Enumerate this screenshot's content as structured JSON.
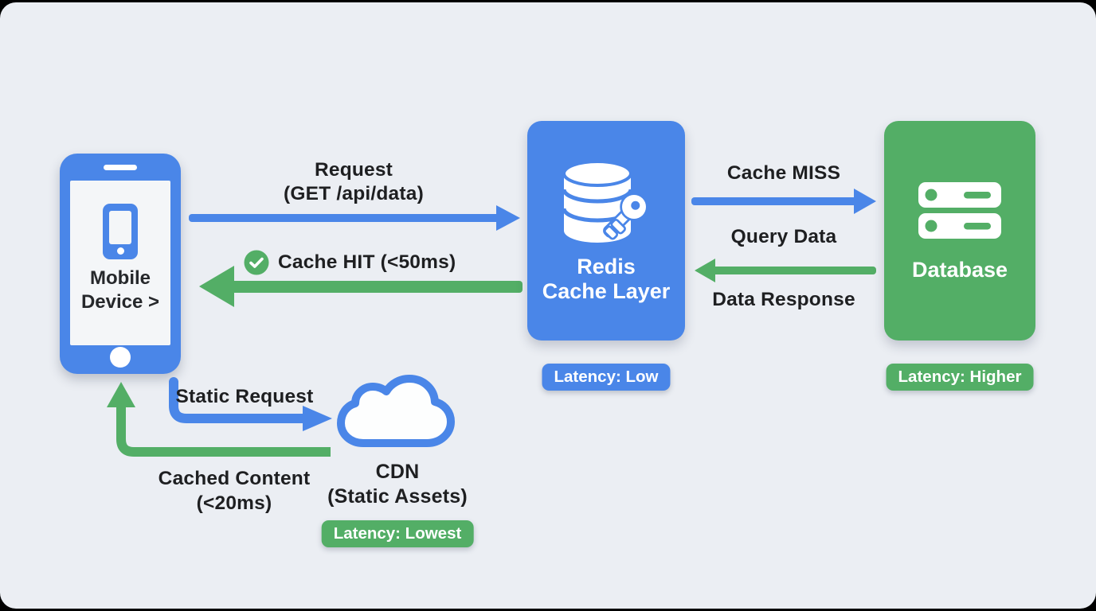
{
  "diagram": {
    "colors": {
      "blue": "#4a86e8",
      "green": "#53ae66",
      "card_background": "#ebeef3",
      "outer_background": "#000000",
      "text": "#1e1f21"
    },
    "nodes": {
      "mobile": {
        "line1": "Mobile",
        "line2": "Device >"
      },
      "redis": {
        "line1": "Redis",
        "line2": "Cache Layer",
        "badge": "Latency: Low"
      },
      "database": {
        "label": "Database",
        "badge": "Latency: Higher"
      },
      "cdn": {
        "line1": "CDN",
        "line2": "(Static Assets)",
        "badge": "Latency: Lowest"
      }
    },
    "flows": {
      "request": {
        "line1": "Request",
        "line2": "(GET /api/data)"
      },
      "cache_hit": {
        "label": "Cache HIT (<50ms)"
      },
      "cache_miss": {
        "label": "Cache MISS"
      },
      "query_data": {
        "label": "Query Data"
      },
      "data_response": {
        "label": "Data Response"
      },
      "static_request": {
        "label": "Static Request"
      },
      "cached_content": {
        "line1": "Cached Content",
        "line2": "(<20ms)"
      }
    }
  }
}
